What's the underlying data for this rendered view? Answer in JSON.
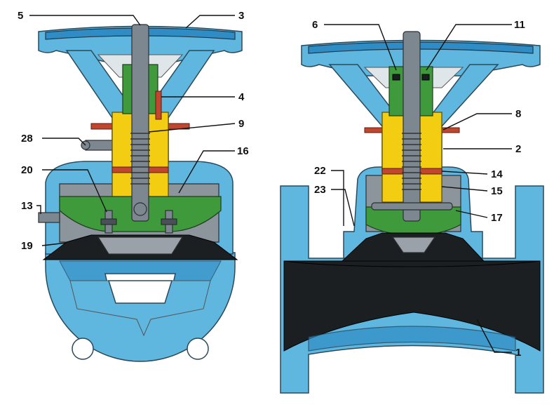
{
  "title": "Diaphragm valve cross-section",
  "left_view": {
    "callouts": [
      "5",
      "3",
      "4",
      "9",
      "28",
      "16",
      "20",
      "13",
      "19"
    ]
  },
  "right_view": {
    "callouts": [
      "6",
      "11",
      "8",
      "2",
      "22",
      "23",
      "14",
      "15",
      "17",
      "1"
    ]
  },
  "colors": {
    "body": "#5fb6df",
    "stem": "#7d8790",
    "compressor": "#3f9a3c",
    "bushing": "#f2cd12",
    "diaphragm": "#1c1f22",
    "seal": "#c2462d"
  }
}
